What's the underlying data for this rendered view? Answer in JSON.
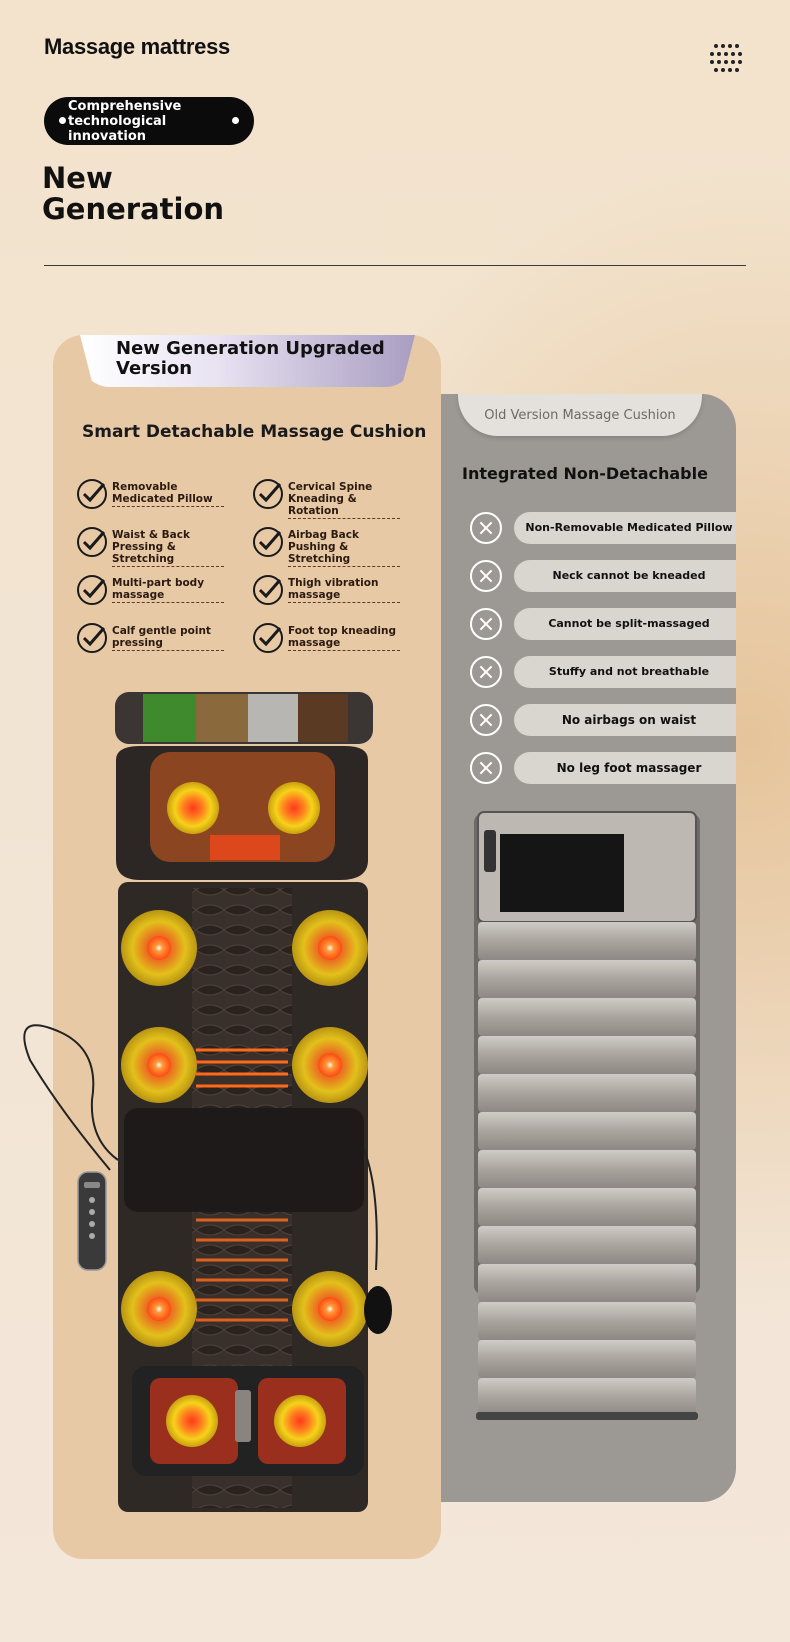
{
  "header": {
    "title": "Massage mattress",
    "badge": "Comprehensive technological innovation",
    "hero_line1": "New",
    "hero_line2": "Generation"
  },
  "new_version": {
    "tab_label": "New Generation Upgraded Version",
    "heading": "Smart Detachable Massage Cushion",
    "features": [
      "Removable Medicated Pillow",
      "Cervical Spine Kneading & Rotation",
      "Waist & Back Pressing & Stretching",
      "Airbag Back Pushing & Stretching",
      "Multi-part body massage",
      "Thigh vibration massage",
      "Calf gentle point pressing",
      "Foot top kneading massage"
    ]
  },
  "old_version": {
    "tab_label": "Old Version Massage Cushion",
    "heading": "Integrated Non-Detachable",
    "drawbacks": [
      "Non-Removable Medicated Pillow",
      "Neck cannot be kneaded",
      "Cannot be split-massaged",
      "Stuffy and not breathable",
      "No airbags on waist",
      "No leg foot massager"
    ]
  },
  "colors": {
    "accent_heat": "#ff5a1a",
    "accent_yellow": "#f6d21a",
    "new_panel": "#e8c9a6",
    "old_panel": "#9c9894"
  }
}
